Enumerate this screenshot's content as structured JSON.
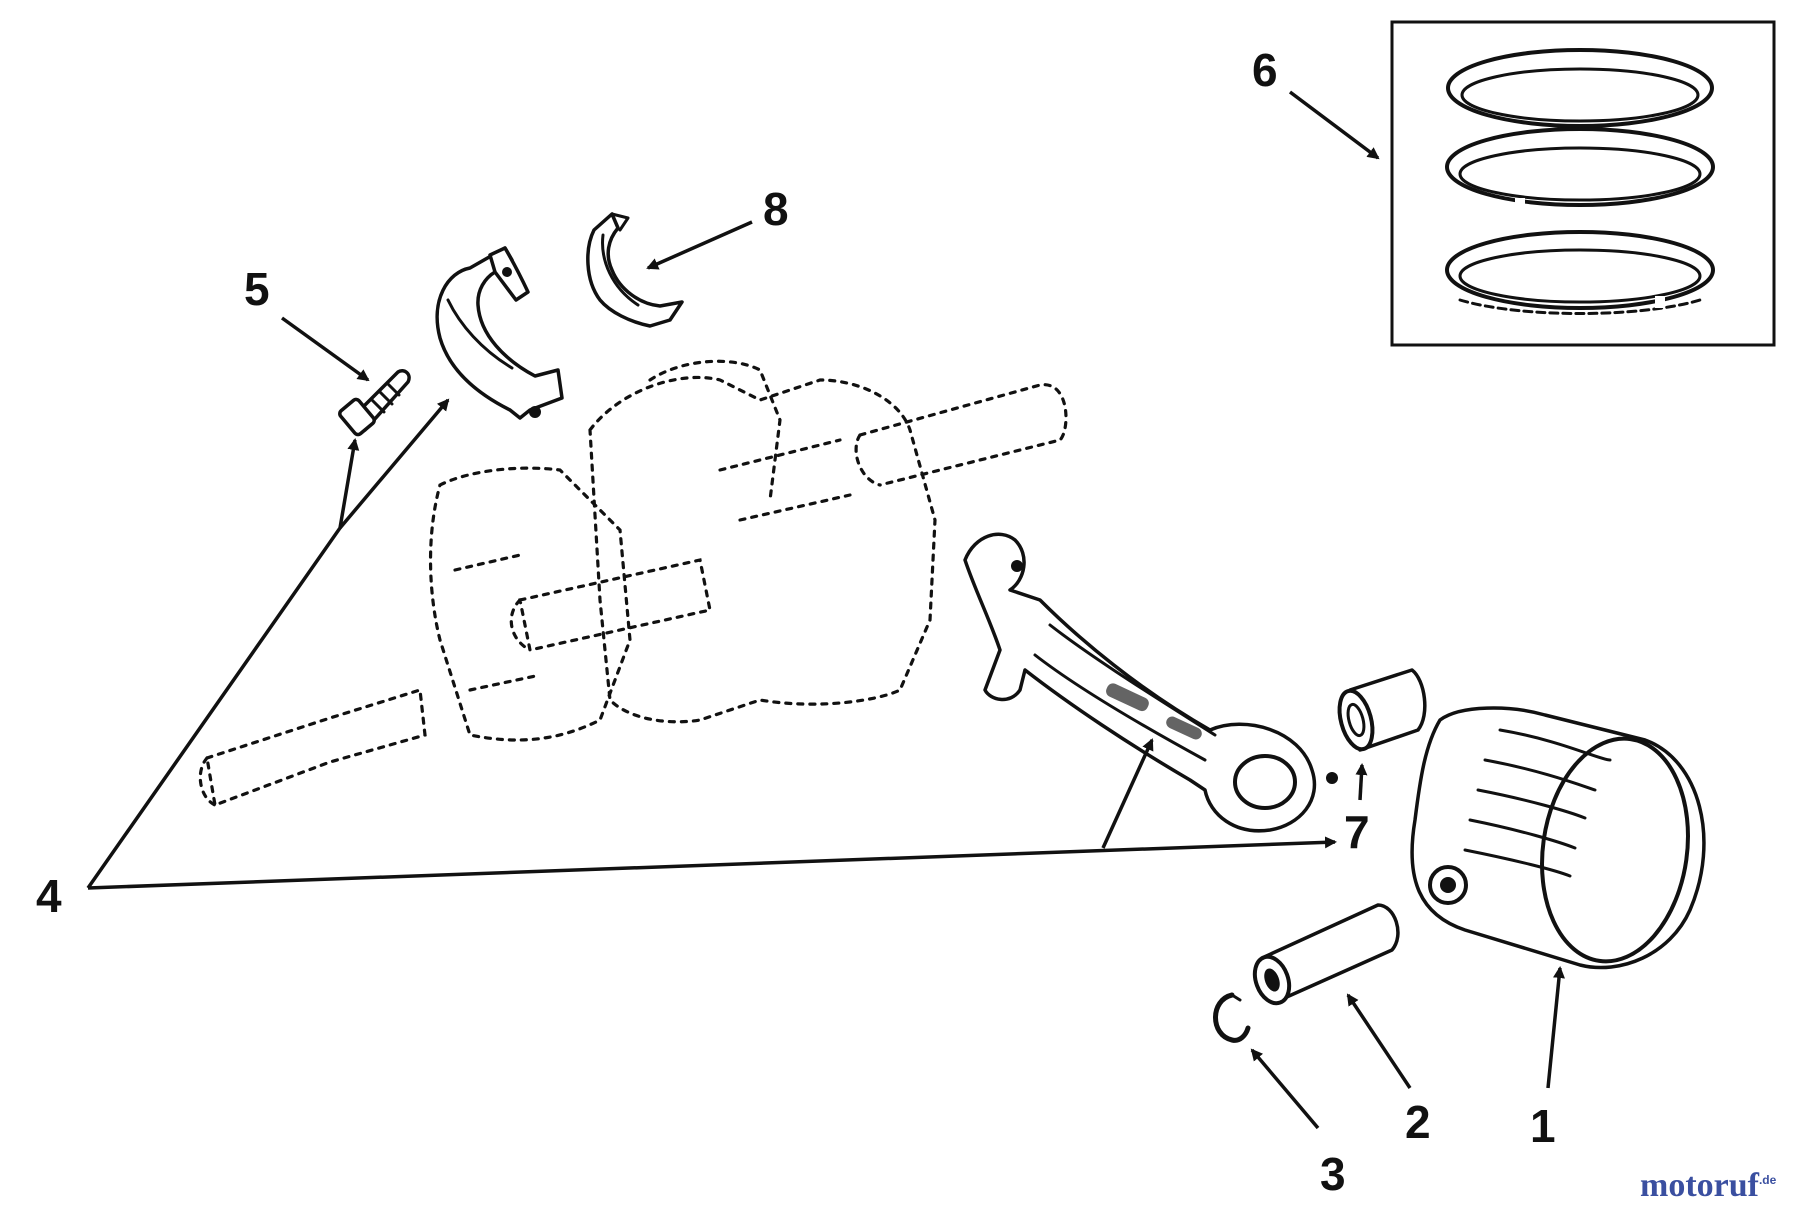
{
  "callouts": {
    "c1": "1",
    "c2": "2",
    "c3": "3",
    "c4": "4",
    "c5": "5",
    "c6": "6",
    "c7": "7",
    "c8": "8"
  },
  "watermark": {
    "main": "motoruf",
    "suffix": ".de",
    "colors": {
      "primary": "#3a4fa0",
      "accent": "#e0701a"
    }
  },
  "parts": [
    {
      "label": "1",
      "icon": "piston-icon"
    },
    {
      "label": "2",
      "icon": "piston-pin-icon"
    },
    {
      "label": "3",
      "icon": "retaining-ring-icon"
    },
    {
      "label": "4",
      "icon": "connecting-rod-assembly-icon"
    },
    {
      "label": "5",
      "icon": "rod-bolt-icon"
    },
    {
      "label": "6",
      "icon": "piston-ring-set-icon"
    },
    {
      "label": "7",
      "icon": "pin-bushing-icon"
    },
    {
      "label": "8",
      "icon": "bearing-insert-icon"
    }
  ]
}
